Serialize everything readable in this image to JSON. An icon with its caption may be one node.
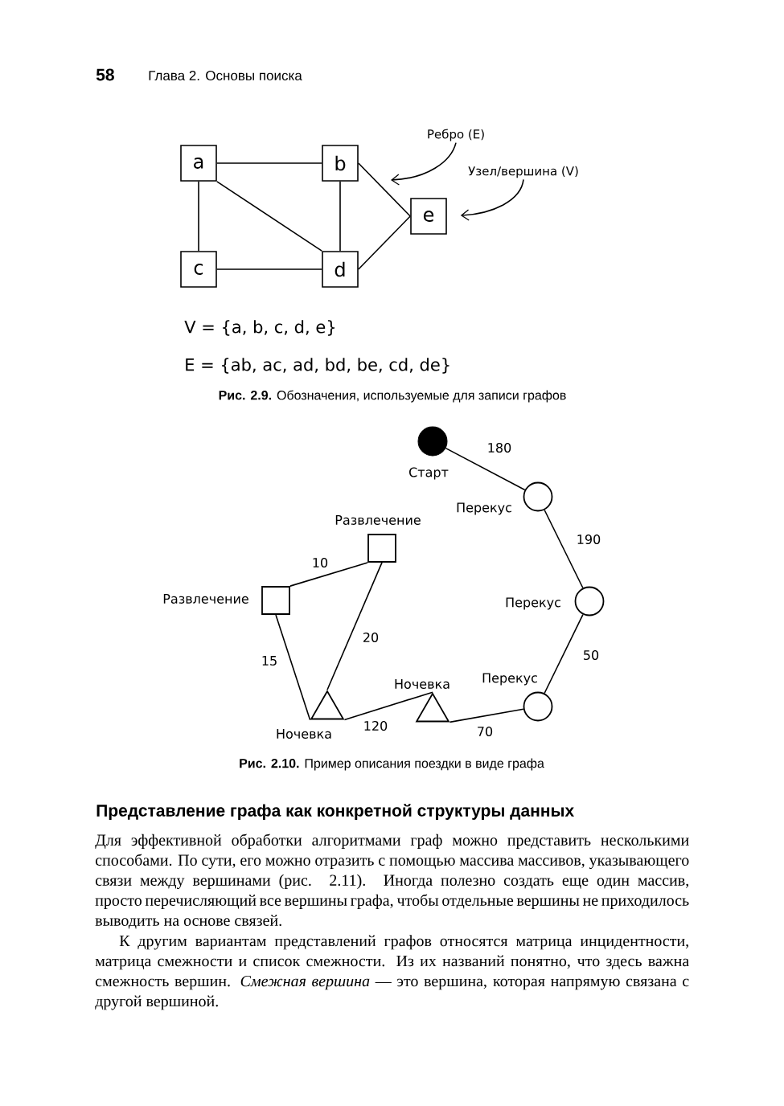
{
  "diagram": {
    "nodes": [
      {
        "text": [
          "a"
        ]
      },
      {
        "text": [
          "b"
        ]
      },
      {
        "text": [
          "Ребро (E)"
        ]
      },
      {
        "text": [
          "Узел/вершина (V)"
        ]
      },
      {
        "text": [
          "e"
        ]
      },
      {
        "text": [
          "c"
        ]
      },
      {
        "text": [
          "d"
        ]
      },
      {
        "text": [],
        "shape": "dot",
        "beside": [
          "Старт"
        ]
      },
      {
        "text": [],
        "shape": "circle",
        "beside": [
          "Перекус"
        ]
      },
      {
        "text": [],
        "shape": "box",
        "beside": [
          "Развлечение"
        ]
      },
      {
        "text": [],
        "shape": "box",
        "beside": [
          "Развлечение"
        ]
      },
      {
        "text": [],
        "shape": "circle",
        "beside": [
          "Перекус"
        ]
      },
      {
        "text": [],
        "shape": "triangle",
        "beside": [
          "Ночевка"
        ]
      },
      {
        "text": [],
        "shape": "triangle",
        "beside": [
          "Ночевка"
        ]
      },
      {
        "text": [],
        "shape": "circle",
        "beside": [
          "Перекус"
        ]
      }
    ],
    "edges": [
      {
        "from": 0,
        "to": 1,
        "arrow": "none"
      },
      {
        "from": 0,
        "to": 5,
        "arrow": "none"
      },
      {
        "from": 0,
        "to": 6,
        "arrow": "none"
      },
      {
        "from": 1,
        "to": 6,
        "arrow": "none"
      },
      {
        "from": 1,
        "to": 4,
        "arrow": "none"
      },
      {
        "from": 5,
        "to": 6,
        "arrow": "none"
      },
      {
        "from": 6,
        "to": 4,
        "arrow": "none"
      },
      {
        "from": 2,
        "to": null,
        "arrow": "to"
      },
      {
        "from": 3,
        "to": 4,
        "arrow": "to"
      },
      {
        "from": 7,
        "to": 8,
        "arrow": "none",
        "label": "180"
      },
      {
        "from": 8,
        "to": 11,
        "arrow": "none",
        "label": "190"
      },
      {
        "from": 11,
        "to": 14,
        "arrow": "none",
        "label": "50"
      },
      {
        "from": 14,
        "to": 13,
        "arrow": "none",
        "label": "70"
      },
      {
        "from": 13,
        "to": 12,
        "arrow": "none",
        "label": "120"
      },
      {
        "from": 12,
        "to": 10,
        "arrow": "none",
        "label": "15"
      },
      {
        "from": 10,
        "to": 9,
        "arrow": "none",
        "label": "10"
      },
      {
        "from": 9,
        "to": 12,
        "arrow": "none",
        "label": "20"
      }
    ],
    "labels": [
      "58",
      "Глава 2. Основы поиска",
      "V = {a, b, c, d, e}",
      "E = {ab, ac, ad, bd, be, cd, de}",
      "**Рис. 2.9.** Обозначения, используемые для записи графов",
      "**Рис. 2.10.** Пример описания поездки в виде графа",
      "Представление графа как конкретной структуры данных",
      "Для эффективной обработки алгоритмами граф можно представить несколькими способами. По сути, его можно отразить с помощью массива массивов, указывающего связи между вершинами (рис. 2.11). Иногда полезно создать еще один массив, просто перечисляющий все вершины графа, чтобы отдельные вершины не приходилось выводить на основе связей.",
      "К другим вариантам представлений графов относятся матрица инцидентности, матрица смежности и список смежности. Из их названий понятно, что здесь важна смежность вершин. *Смежная вершина* — это вершина, которая напрямую связана с другой вершиной."
    ]
  }
}
